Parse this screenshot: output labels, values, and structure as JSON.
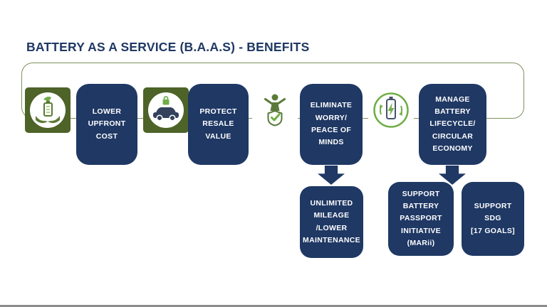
{
  "title": "BATTERY AS A SERVICE (B.A.A.S) - BENEFITS",
  "colors": {
    "navy": "#1f3864",
    "tile_green": "#4e6328",
    "accent_green": "#70ad47",
    "track_outline": "#7e915c"
  },
  "flow": {
    "icons": [
      "eco-battery-icon",
      "car-security-icon",
      "peace-of-mind-icon",
      "battery-lifecycle-icon"
    ],
    "boxes": [
      "LOWER\nUPFRONT\nCOST",
      "PROTECT\nRESALE\nVALUE",
      "ELIMINATE\nWORRY/\nPEACE OF\nMINDS",
      "MANAGE\nBATTERY\nLIFECYCLE/\nCIRCULAR\nECONOMY"
    ],
    "sub_boxes": [
      "UNLIMITED\nMILEAGE\n/LOWER\nMAINTENANCE",
      "SUPPORT\nBATTERY\nPASSPORT\nINITIATIVE\n(MARii)",
      "SUPPORT\nSDG\n[17 GOALS]"
    ]
  }
}
